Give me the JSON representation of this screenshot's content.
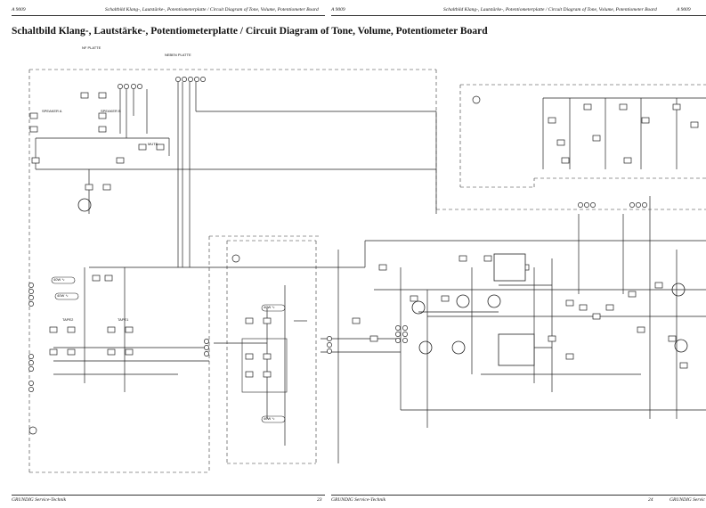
{
  "header": {
    "left_page_code": "A 9009",
    "left_running_title": "Schaltbild Klang-, Lautstärke-, Potentiometerplatte / Circuit Diagram of Tone, Volume, Potentiometer Board",
    "mid_page_code": "A 9009",
    "right_running_title": "Schaltbild Klang-, Lautstärke-, Potentiometerplatte / Circuit Diagram of Tone, Volume, Potentiometer Board",
    "right_page_code": "A 9009"
  },
  "title": "Schaltbild Klang-, Lautstärke-, Potentiometerplatte / Circuit Diagram of Tone, Volume, Potentiometer Board",
  "footer": {
    "left_publisher": "GRUNDIG Service-Technik",
    "left_page_number": "23",
    "mid_publisher": "GRUNDIG Service-Technik",
    "right_page_number": "24",
    "right_publisher": "GRUNDIG Servic"
  },
  "diagram": {
    "labels": {
      "nf_platte": "NF PLATTE",
      "neben_platte": "NEBEN PLATTE",
      "speaker_a": "SPEAKER A",
      "speaker_b": "SPEAKER B",
      "mute": "MUTE",
      "tape2": "TAPE2",
      "tape1": "TAPE1",
      "tag1": "40W ∿",
      "tag2": "40W ∿",
      "tag3": "40W ∿",
      "tag4": "40W ∿"
    }
  }
}
